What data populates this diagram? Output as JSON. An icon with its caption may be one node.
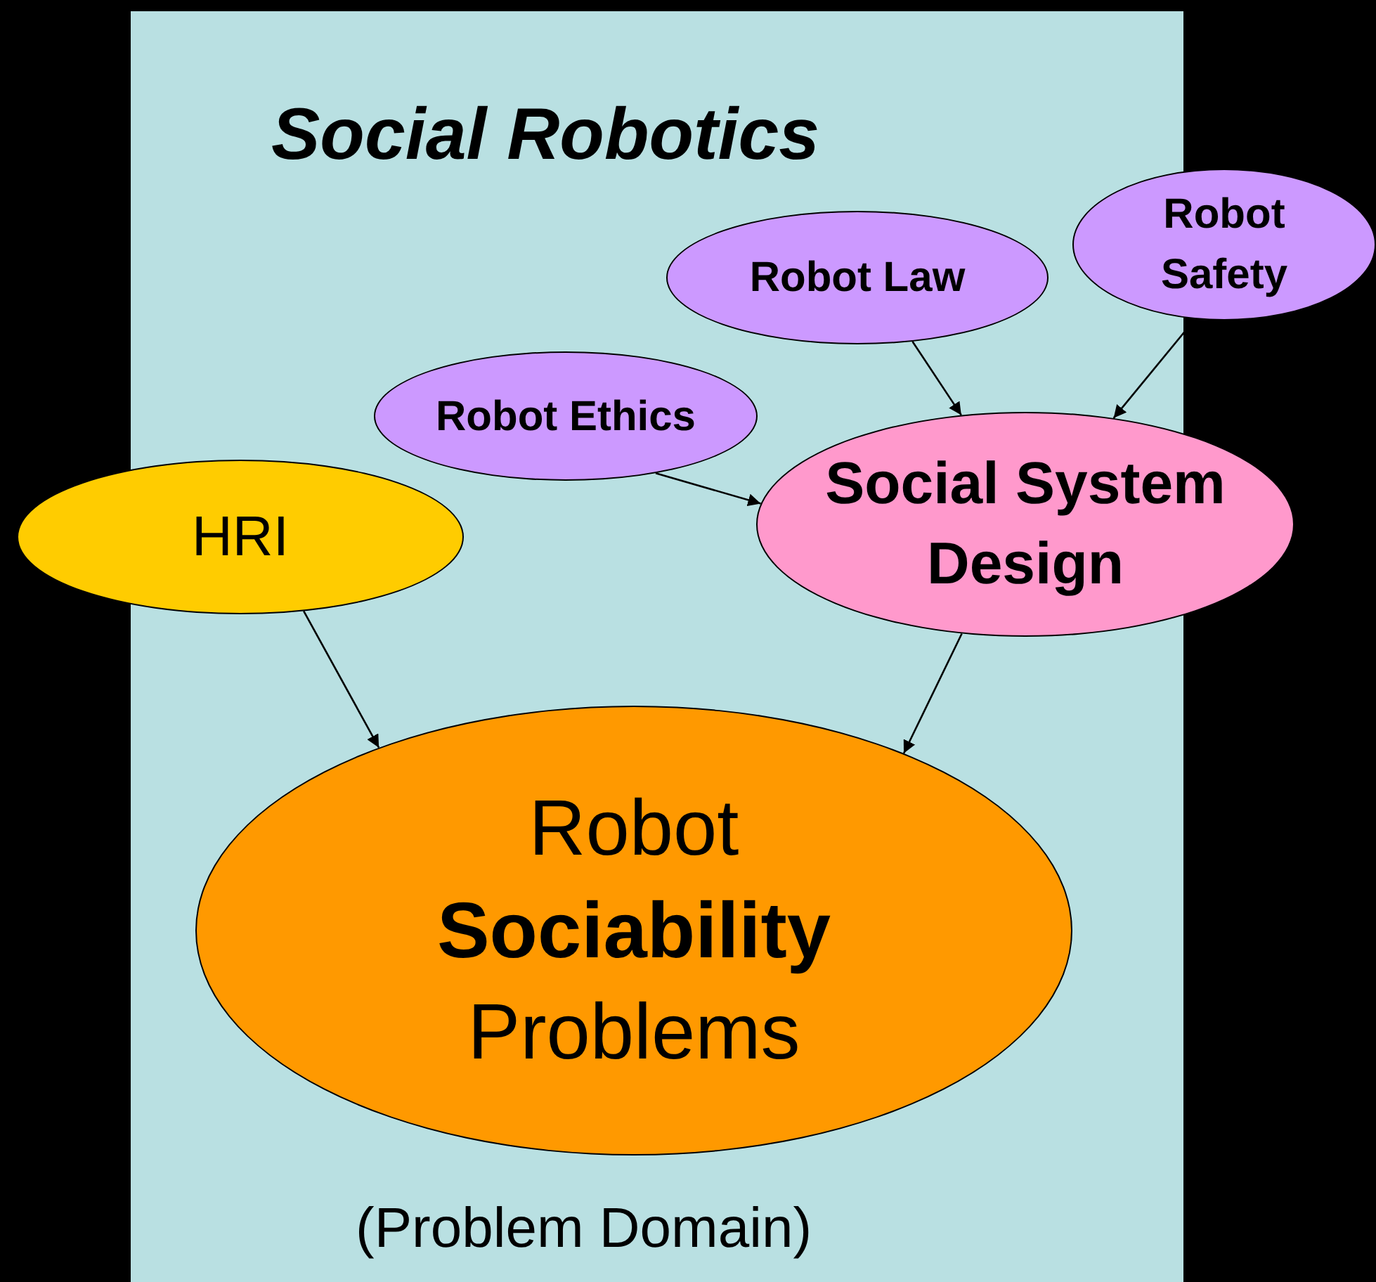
{
  "diagram": {
    "nodes": [
      {
        "text": [
          "Social Robotics",
          "(Problem Domain)"
        ]
      },
      {
        "text": [
          "Robot Safety"
        ]
      },
      {
        "text": [
          "Robot Law"
        ],
        "in": 0
      },
      {
        "text": [
          "Robot Ethics"
        ],
        "in": 0
      },
      {
        "text": [
          "Social System Design"
        ]
      },
      {
        "text": [
          "HRI"
        ]
      },
      {
        "text": [
          "Robot **Sociability** Problems"
        ],
        "in": 0
      }
    ],
    "edges": [
      {
        "from": 2,
        "to": 4,
        "arrow": "to"
      },
      {
        "from": 1,
        "to": 4,
        "arrow": "to"
      },
      {
        "from": 3,
        "to": 4,
        "arrow": "to"
      },
      {
        "from": 5,
        "to": 6,
        "arrow": "to"
      },
      {
        "from": 4,
        "to": 6,
        "arrow": "to"
      }
    ]
  }
}
